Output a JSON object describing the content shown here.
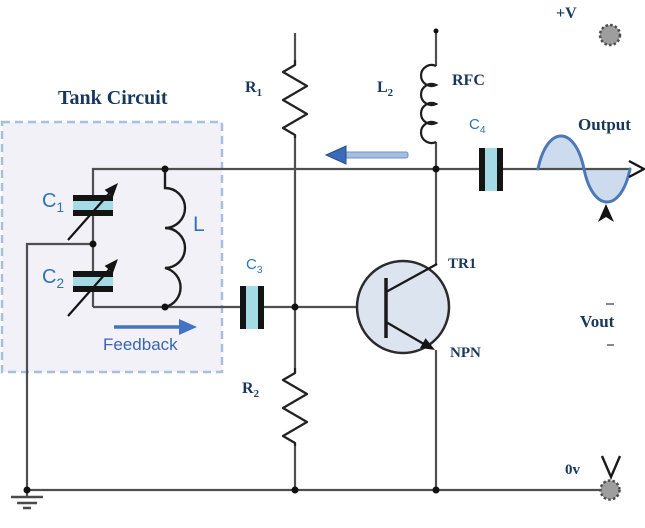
{
  "labels": {
    "tank_title": "Tank Circuit",
    "c1": {
      "base": "C",
      "sub": "1"
    },
    "c2": {
      "base": "C",
      "sub": "2"
    },
    "c3": {
      "base": "C",
      "sub": "3"
    },
    "c4": {
      "base": "C",
      "sub": "4"
    },
    "inductor": "L",
    "l2": {
      "base": "L",
      "sub": "2"
    },
    "r1": {
      "base": "R",
      "sub": "1"
    },
    "r2": {
      "base": "R",
      "sub": "2"
    },
    "rfc": "RFC",
    "tr1": "TR1",
    "npn": "NPN",
    "feedback": "Feedback",
    "output": "Output",
    "vout": "Vout",
    "supply_positive": "+V",
    "supply_zero": "0v"
  },
  "colors": {
    "wire": "#4f4f4f",
    "component_ink": "#141414",
    "component_label_blue": "#2e74b5",
    "annotation_navy": "#17375d",
    "capacitor_dielectric": "#a5dbe4",
    "tank_box_fill": "#f2f1f8",
    "tank_box_border": "#a8c0dc",
    "transistor_fill": "#dce4f0",
    "feedback_arrow": "#4472c4",
    "flow_arrow_shaft": "#a6bde2",
    "flow_arrow_head": "#3a6ab8",
    "sine_stroke": "#4c79b6",
    "sine_fill": "#ccdcee",
    "terminal_fill": "#9e9e9e"
  }
}
